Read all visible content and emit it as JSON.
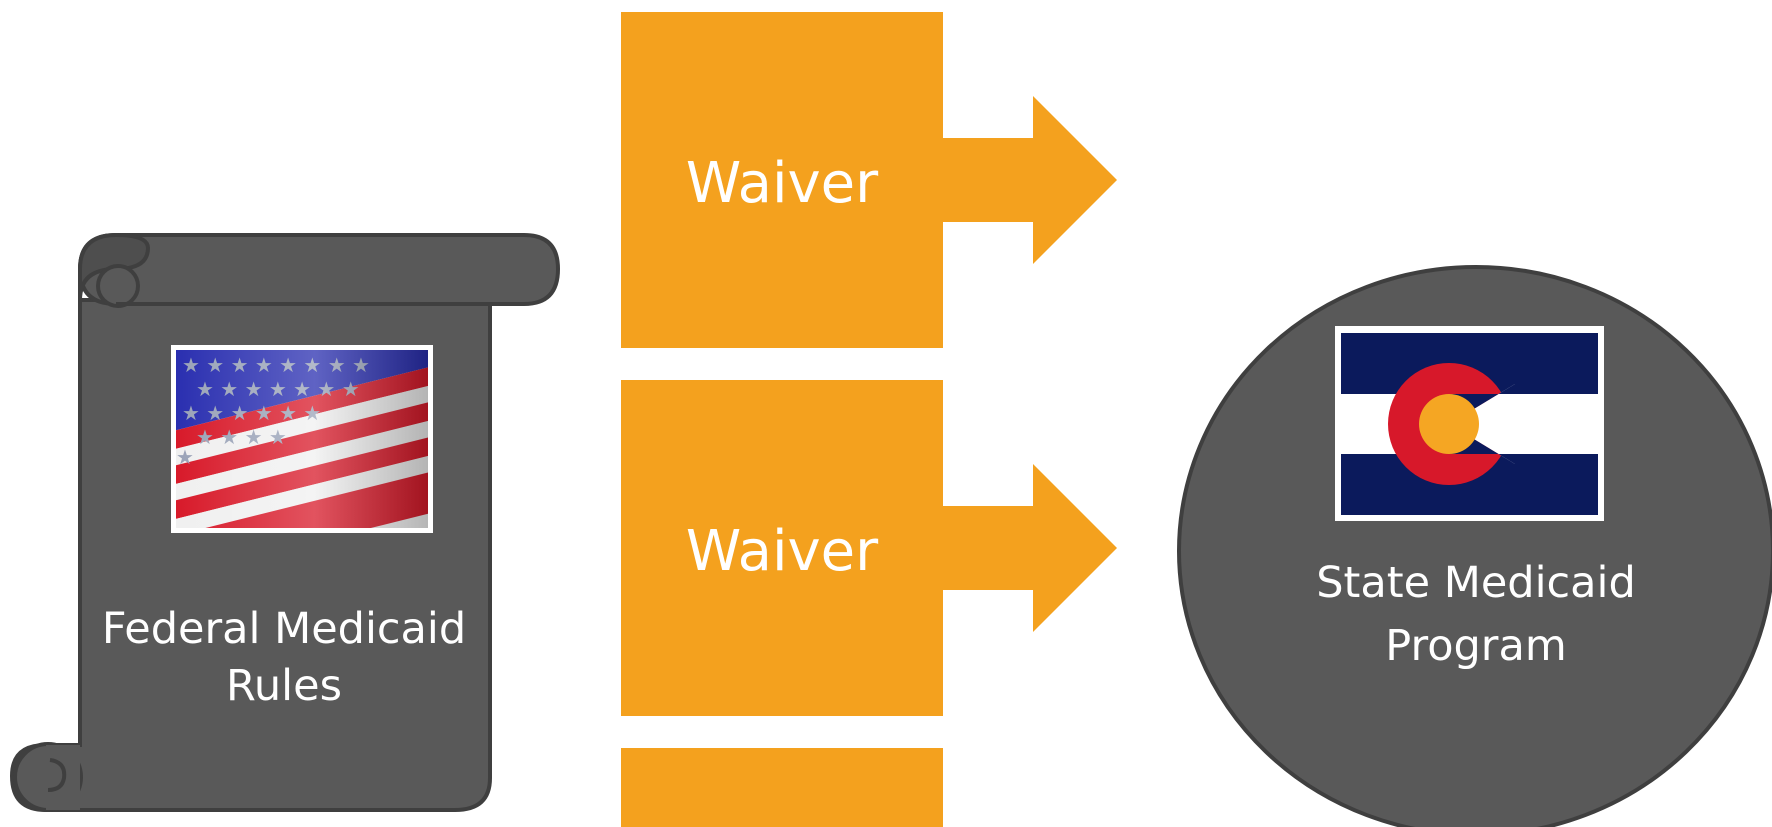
{
  "scroll": {
    "text_line1": "Federal Medicaid",
    "text_line2": "Rules",
    "image_icon": "us-flag"
  },
  "arrows": [
    {
      "label": "Waiver"
    },
    {
      "label": "Waiver"
    },
    {
      "label": ""
    }
  ],
  "state": {
    "text_line1": "State Medicaid",
    "text_line2": "Program",
    "image_icon": "colorado-flag"
  },
  "colors": {
    "accent": "#F4A11E",
    "shape_fill": "#595959",
    "shape_stroke": "#3F3F3F"
  }
}
